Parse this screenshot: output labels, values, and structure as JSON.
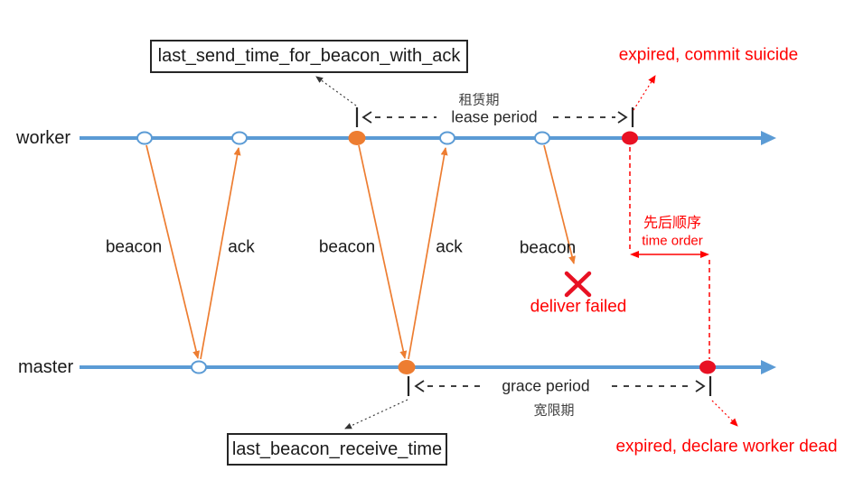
{
  "colors": {
    "timeline_blue": "#5B9BD5",
    "message_orange": "#ED7D31",
    "alert_red": "#FF0000",
    "dot_red": "#E81123",
    "text_black": "#1A1A1A"
  },
  "timelines": {
    "worker_label": "worker",
    "master_label": "master"
  },
  "messages": {
    "beacon1": "beacon",
    "ack1": "ack",
    "beacon2": "beacon",
    "ack2": "ack",
    "beacon3": "beacon"
  },
  "variables": {
    "last_send_time": "last_send_time_for_beacon_with_ack",
    "last_receive_time": "last_beacon_receive_time"
  },
  "periods": {
    "lease_zh": "租赁期",
    "lease_en": "lease period",
    "grace_en": "grace period",
    "grace_zh": "宽限期"
  },
  "events": {
    "worker_expired": "expired, commit suicide",
    "master_expired": "expired, declare worker dead",
    "deliver_failed": "deliver failed"
  },
  "time_order": {
    "zh": "先后顺序",
    "en": "time order"
  }
}
